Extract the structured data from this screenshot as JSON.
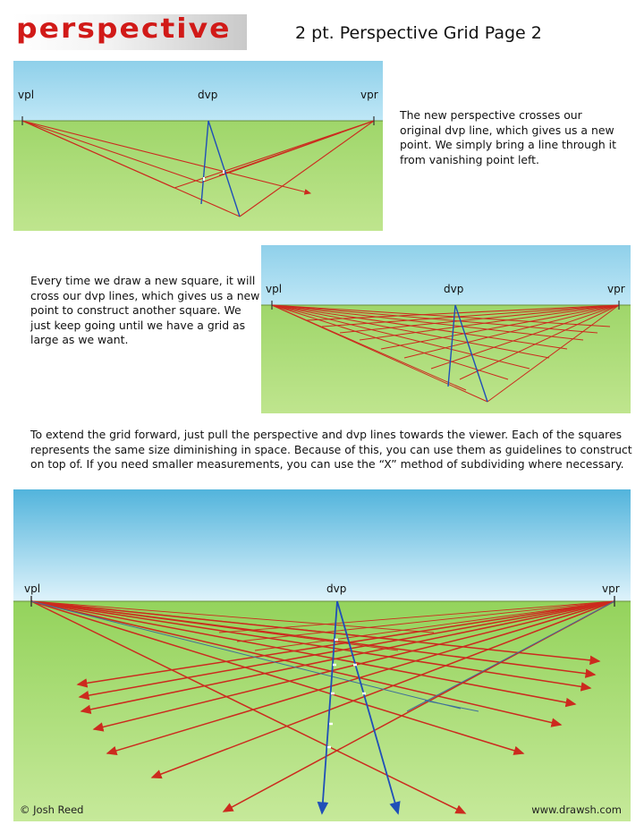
{
  "header": {
    "logo_text": "perspective",
    "title": "2 pt. Perspective Grid Page 2"
  },
  "colors": {
    "brand_red": "#d11a18",
    "sky_top": "#9fd8ef",
    "ground": "#a6d86a",
    "construction_red": "#cc2a1e",
    "dvp_blue": "#1f4fb8"
  },
  "panels": [
    {
      "labels": {
        "vpl": "vpl",
        "dvp": "dvp",
        "vpr": "vpr"
      },
      "text": "The new perspective crosses our original dvp line, which gives us a new point. We simply bring a line through it from vanishing point left."
    },
    {
      "labels": {
        "vpl": "vpl",
        "dvp": "dvp",
        "vpr": "vpr"
      },
      "text": "Every time we draw a new square, it will cross our dvp lines, which gives us a new point to construct another square.  We just keep going until we have a grid as large as we want."
    },
    {
      "labels": {
        "vpl": "vpl",
        "dvp": "dvp",
        "vpr": "vpr"
      },
      "text": "To extend the grid forward, just pull the perspective and dvp lines towards the viewer. Each of the squares represents the same size diminishing in space.  Because of this, you can use them as guidelines to construct on top of.  If you need smaller measurements, you can use the “X” method of subdividing where necessary."
    }
  ],
  "footer": {
    "credit": "© Josh Reed",
    "site": "www.drawsh.com"
  }
}
